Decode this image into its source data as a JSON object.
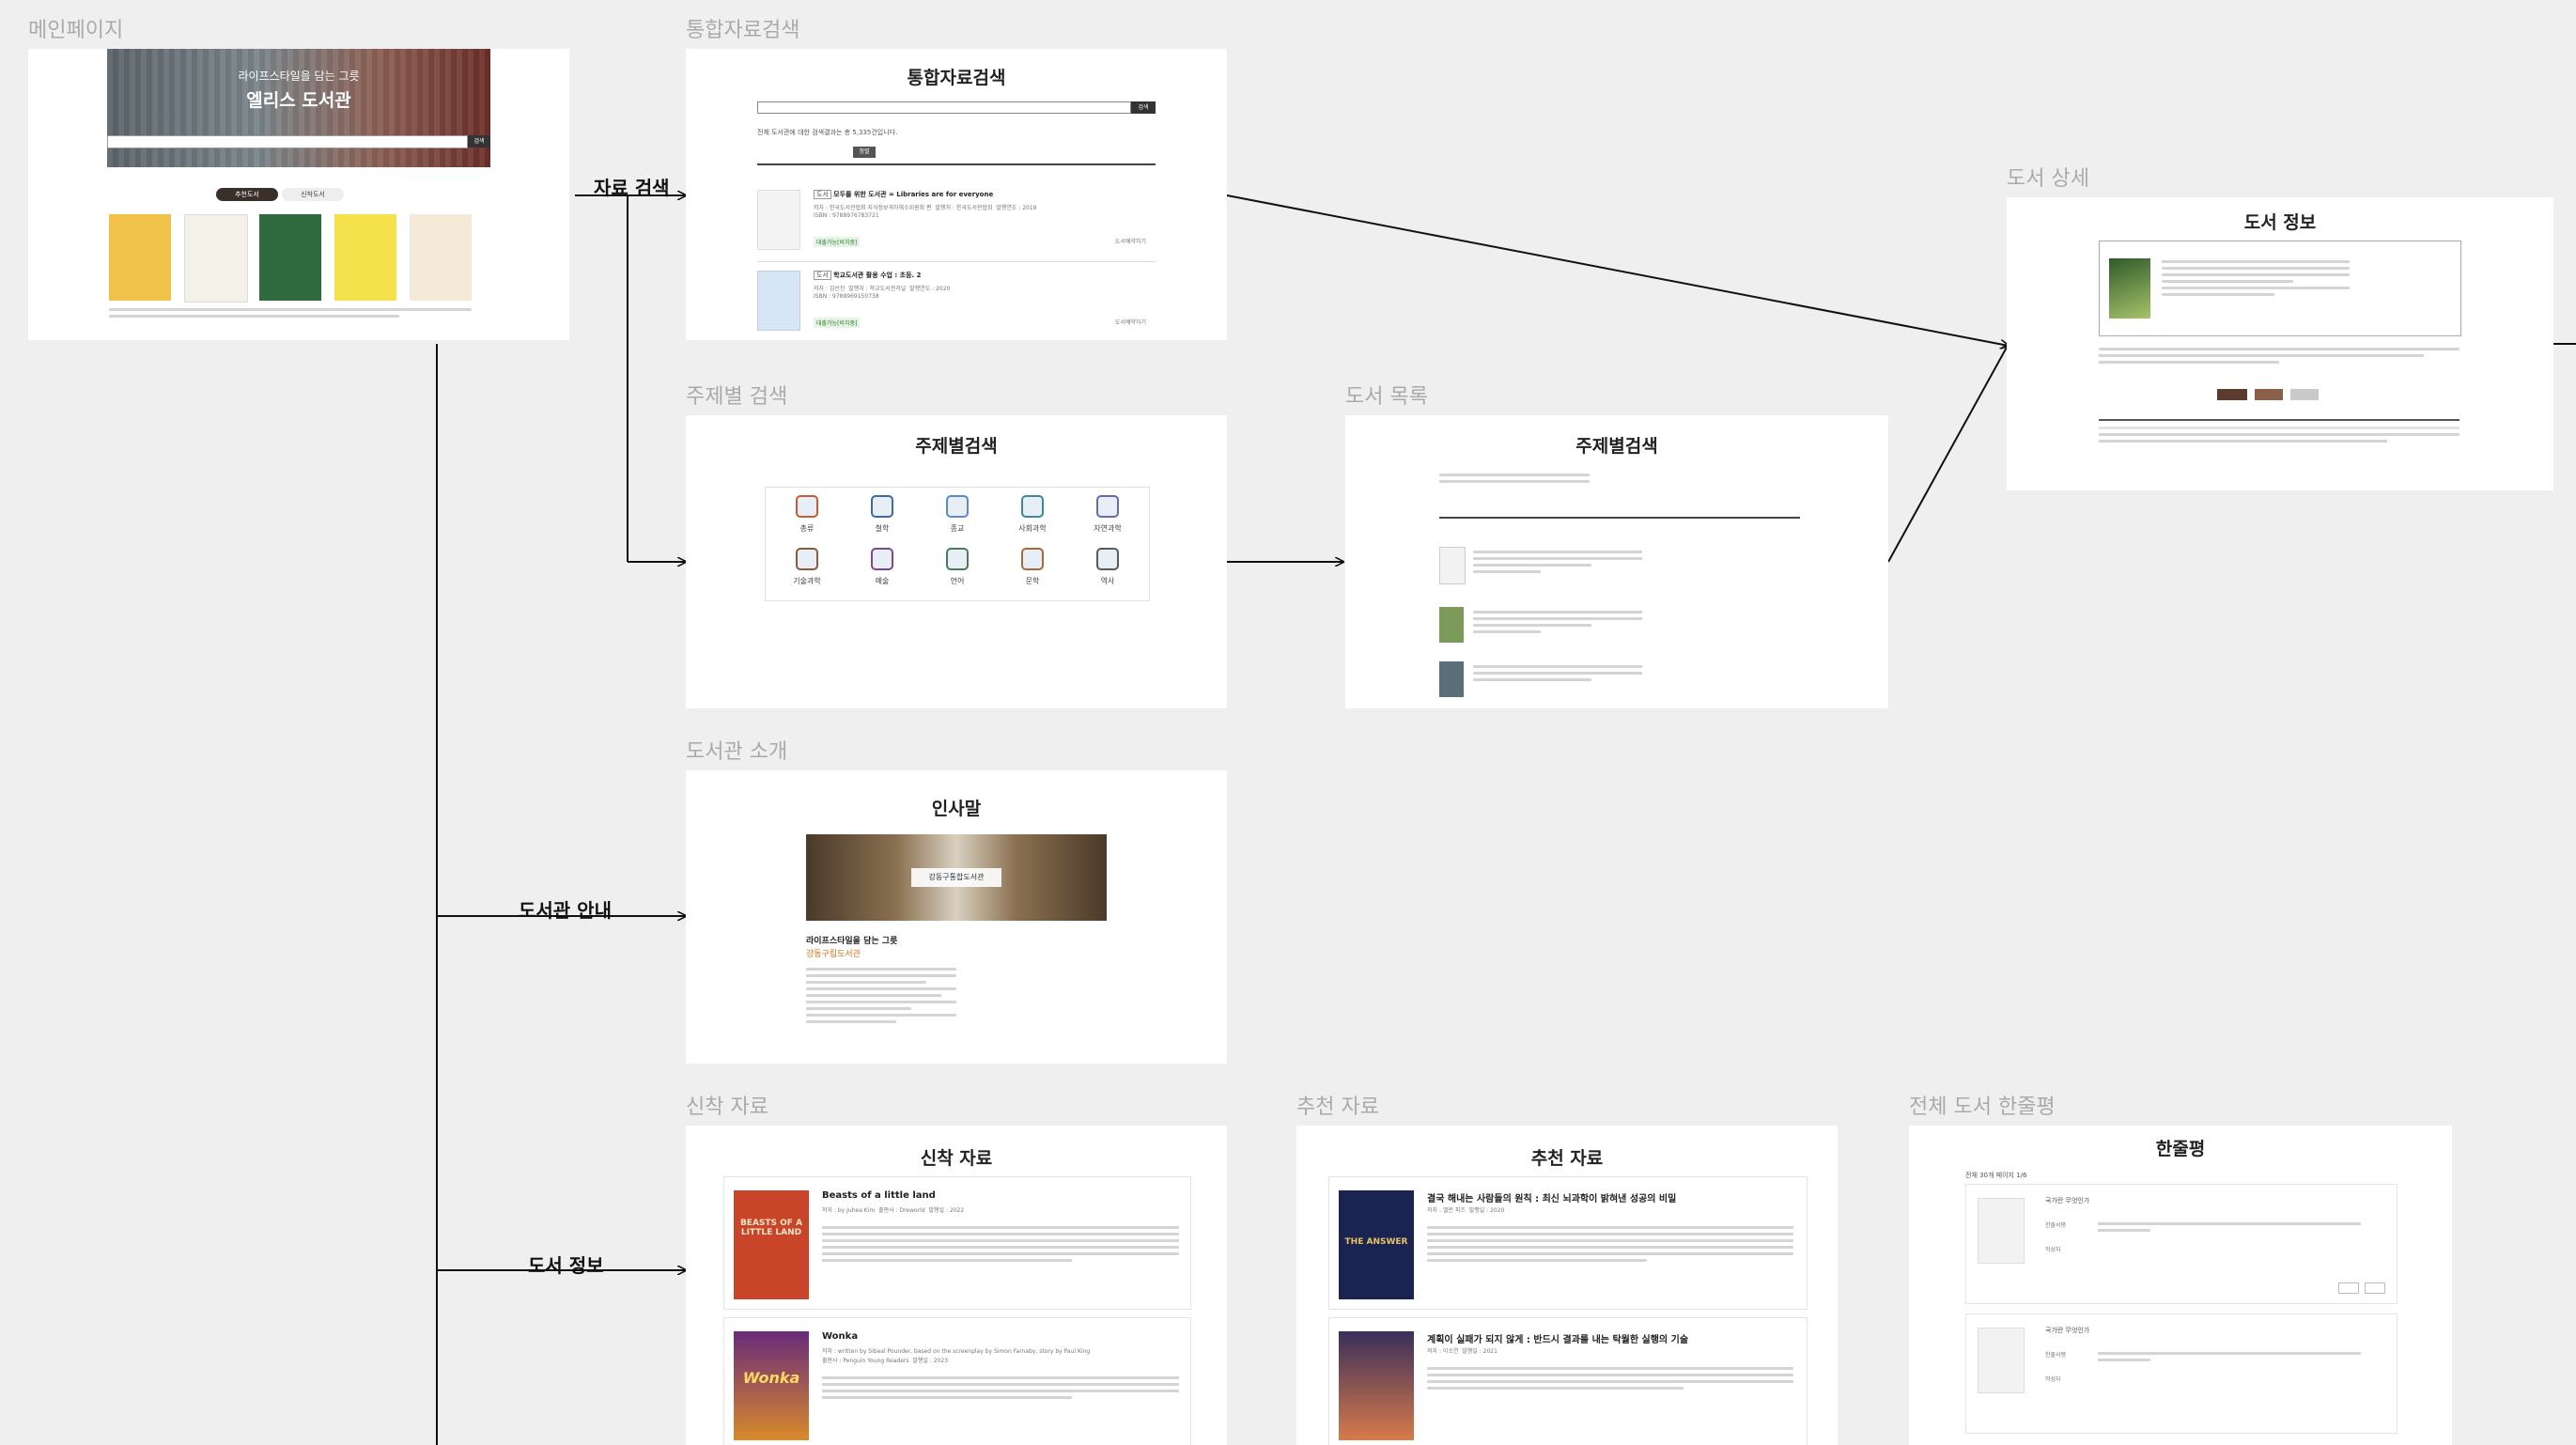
{
  "sections": {
    "main": "메인페이지",
    "integrated": "통합자료검색",
    "detail": "도서 상세",
    "subject": "주제별 검색",
    "booklist": "도서 목록",
    "intro": "도서관 소개",
    "newbooks": "신착 자료",
    "recommended": "추천 자료",
    "reviews": "전체 도서 한줄평"
  },
  "edges": {
    "search": "자료 검색",
    "guide": "도서관 안내",
    "info": "도서 정보"
  },
  "main": {
    "slogan": "라이프스타일을 담는 그릇",
    "name": "엘리스 도서관",
    "tab_recommended": "추천도서",
    "tab_new": "신착도서",
    "search_btn": "검색"
  },
  "integrated": {
    "title": "통합자료검색",
    "search_btn": "검색",
    "result_summary": "전체 도서관에 대한 검색결과는 총 5,335건입니다.",
    "sort_btn": "정렬",
    "results": [
      {
        "type": "도서",
        "title": "모두를 위한 도서관 = Libraries are for everyone",
        "author": "저자 : 한국도서관협회 지식정보격차해소위원회 편",
        "publisher": "발행처 : 한국도서관협회",
        "year": "발행연도 : 2019",
        "isbn": "ISBN : 9788976783721",
        "status": "대출가능[비치중]",
        "reserve": "도서예약하기"
      },
      {
        "type": "도서",
        "title": "학교도서관 활용 수업 : 초등. 2",
        "author": "저자 : 김선진",
        "publisher": "발행처 : 학교도서관저널",
        "year": "발행연도 : 2020",
        "isbn": "ISBN : 9788969150738",
        "status": "대출가능[비치중]",
        "reserve": "도서예약하기"
      }
    ]
  },
  "detail": {
    "title": "도서 정보"
  },
  "subject": {
    "title": "주제별검색",
    "categories": [
      "총류",
      "철학",
      "종교",
      "사회과학",
      "자연과학",
      "기술과학",
      "예술",
      "언어",
      "문학",
      "역사"
    ]
  },
  "booklist": {
    "title": "주제별검색"
  },
  "intro": {
    "title": "인사말",
    "banner": "강동구통합도서관",
    "slogan": "라이프스타일을 담는 그릇",
    "org": "강동구립도서관"
  },
  "newbooks": {
    "title": "신착 자료",
    "items": [
      {
        "title": "Beasts of a little land",
        "author": "저자 : by Juhea Kim",
        "publisher": "출판사 : Dreworld",
        "year": "발행일 : 2022",
        "cover_text": "BEASTS OF A LITTLE LAND"
      },
      {
        "title": "Wonka",
        "author": "저자 : written by Sibeal Pounder, based on the screenplay by Simon Farnaby, story by Paul King",
        "publisher": "출판사 : Penguin Young Readers",
        "year": "발행일 : 2023",
        "cover_text": "Wonka"
      }
    ]
  },
  "recommended": {
    "title": "추천 자료",
    "items": [
      {
        "title": "결국 해내는 사람들의 원칙 : 최신 뇌과학이 밝혀낸 성공의 비밀",
        "author": "저자 : 앨런 피즈",
        "year": "발행일 : 2020",
        "cover_text": "THE ANSWER"
      },
      {
        "title": "계획이 실패가 되지 않게 : 반드시 결과를 내는 탁월한 실행의 기술",
        "author": "저자 : 이소연",
        "year": "발행일 : 2021",
        "cover_text": ""
      }
    ]
  },
  "reviews": {
    "title": "한줄평",
    "count": "전체 30개 페이지 1/6",
    "items": [
      {
        "book": "국가란 무엇인가",
        "label_review": "한줄서평",
        "label_writer": "작성자"
      },
      {
        "book": "국가란 무엇인가",
        "label_review": "한줄서평",
        "label_writer": "작성자"
      }
    ]
  },
  "colors": {
    "background": "#efefef",
    "frame": "#ffffff",
    "label": "#aaaaaa",
    "accent_brown": "#5a3b2e",
    "link_orange": "#d9731a"
  }
}
